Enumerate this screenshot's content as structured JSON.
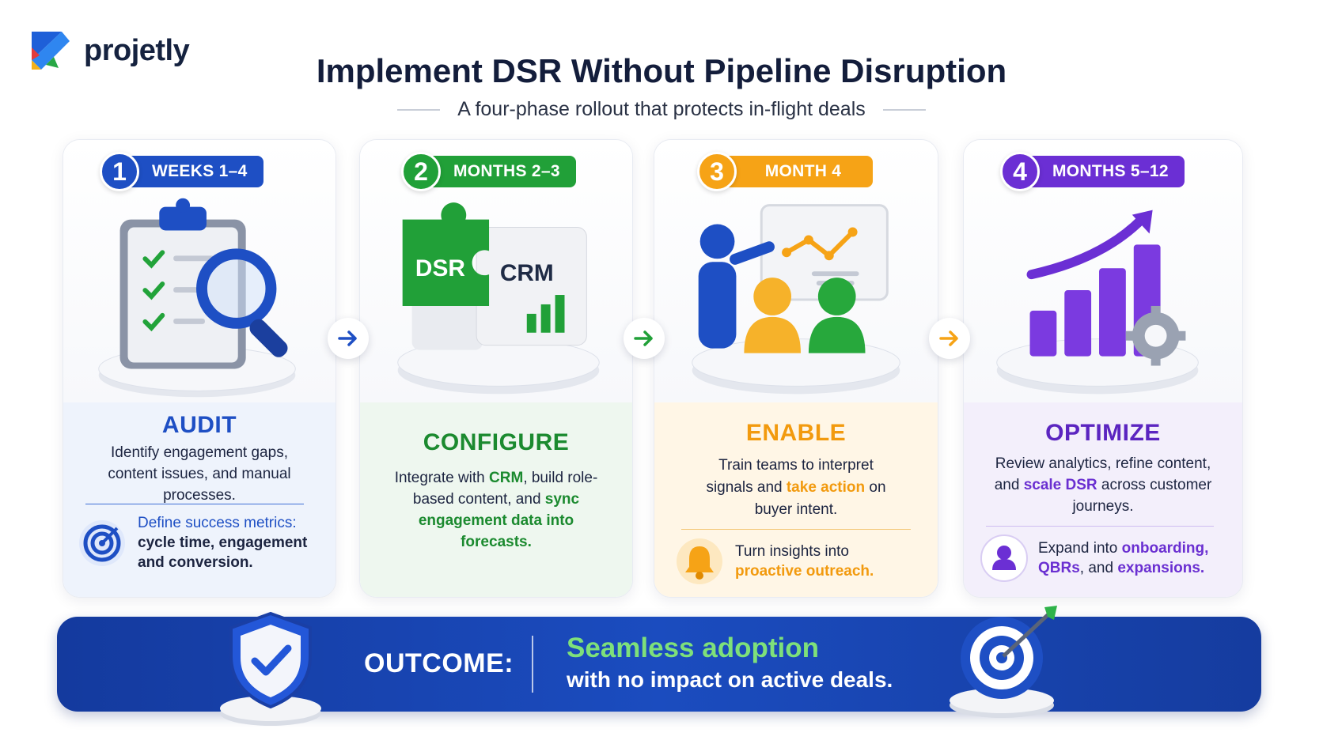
{
  "brand": {
    "name": "projetly"
  },
  "header": {
    "title": "Implement DSR Without Pipeline Disruption",
    "subtitle": "A four-phase rollout that protects in-flight deals"
  },
  "colors": {
    "blue": "#1e4fc4",
    "green": "#21a038",
    "orange": "#f6a316",
    "purple": "#6b2fd4",
    "navy": "#143a9e"
  },
  "phases": [
    {
      "number": "1",
      "timeframe": "WEEKS 1–4",
      "name": "AUDIT",
      "description": "Identify engagement gaps, content issues, and manual processes.",
      "note_line1": "Define success metrics:",
      "note_line2": "cycle time, engagement",
      "note_line3": "and conversion.",
      "icon": "clipboard-magnifier-icon"
    },
    {
      "number": "2",
      "timeframe": "MONTHS 2–3",
      "name": "CONFIGURE",
      "desc_1": "Integrate with ",
      "desc_2": "CRM",
      "desc_3": ", build role-based content, and ",
      "desc_4": "sync engagement data into forecasts.",
      "puzzle_left": "DSR",
      "puzzle_right": "CRM",
      "icon": "puzzle-icon"
    },
    {
      "number": "3",
      "timeframe": "MONTH 4",
      "name": "ENABLE",
      "desc_1": "Train teams to interpret signals and ",
      "desc_2": "take action",
      "desc_3": " on buyer intent.",
      "note_1": "Turn insights into",
      "note_2": "proactive outreach.",
      "icon": "presentation-icon"
    },
    {
      "number": "4",
      "timeframe": "MONTHS 5–12",
      "name": "OPTIMIZE",
      "desc_1": "Review analytics, refine content, and ",
      "desc_2": "scale DSR",
      "desc_3": " across customer journeys.",
      "note_1": "Expand into ",
      "note_2": "onboarding,",
      "note_3": "QBRs",
      "note_4": ", and ",
      "note_5": "expansions.",
      "icon": "growth-chart-icon"
    }
  ],
  "outcome": {
    "label": "OUTCOME:",
    "headline": "Seamless adoption",
    "subline": "with no impact on active deals."
  }
}
